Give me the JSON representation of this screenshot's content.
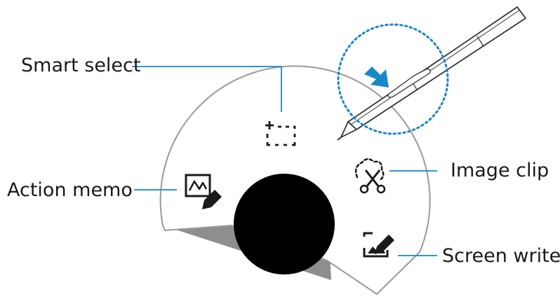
{
  "air_command": {
    "center_button": {
      "color": "#000000"
    },
    "menu_items": [
      {
        "id": "smart_select",
        "label": "Smart select",
        "icon": "smart-select-icon"
      },
      {
        "id": "action_memo",
        "label": "Action memo",
        "icon": "action-memo-icon"
      },
      {
        "id": "image_clip",
        "label": "Image clip",
        "icon": "image-clip-icon"
      },
      {
        "id": "screen_write",
        "label": "Screen write",
        "icon": "screen-write-icon"
      }
    ],
    "pen": {
      "button_callout": "s-pen-button-icon"
    }
  },
  "colors": {
    "accent_blue": "#1a87c9",
    "callout_line": "#2e95d3",
    "menu_border": "#9a9a9a",
    "menu_shadow": "#8d8d8d",
    "text": "#1a1a1a"
  }
}
